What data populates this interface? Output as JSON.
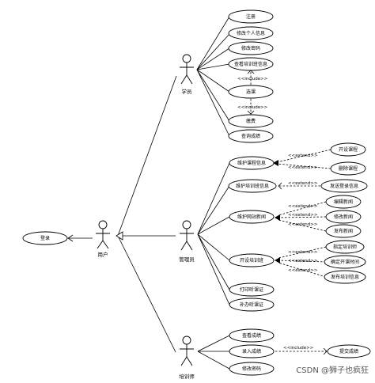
{
  "actors": {
    "user": "用户",
    "student": "学员",
    "admin": "管理员",
    "trainer": "培训师"
  },
  "use_cases": {
    "login": "登录",
    "register": "注册",
    "edit_profile": "修改个人信息",
    "change_password_student": "修改密码",
    "view_training": "查看培训班信息",
    "select_course": "选课",
    "pay_fee": "缴费",
    "query_grades": "查询成绩",
    "maintain_course": "维护课程信息",
    "open_course": "开设课程",
    "delete_course": "删除课程",
    "maintain_class": "维护培训班信息",
    "send_reg_info": "发送登录信息",
    "maintain_news": "维护网站新闻",
    "edit_news_a": "编辑新闻",
    "edit_news_b": "修改新闻",
    "publish_news": "发布新闻",
    "open_class": "开设培训班",
    "set_trainer": "指定培训师",
    "set_start_time": "确定开课时间",
    "publish_class_info": "发布培训信息",
    "print_attendance": "打印听课证",
    "issue_attendance": "补办听课证",
    "view_grades": "查看成绩",
    "enter_grades": "录入成绩",
    "change_password_trainer": "修改密码",
    "submit_grades": "提交成绩"
  },
  "relations": {
    "include": "<<include>>",
    "extend": "<<extend>>"
  },
  "watermark": "CSDN @狮子也疯狂"
}
